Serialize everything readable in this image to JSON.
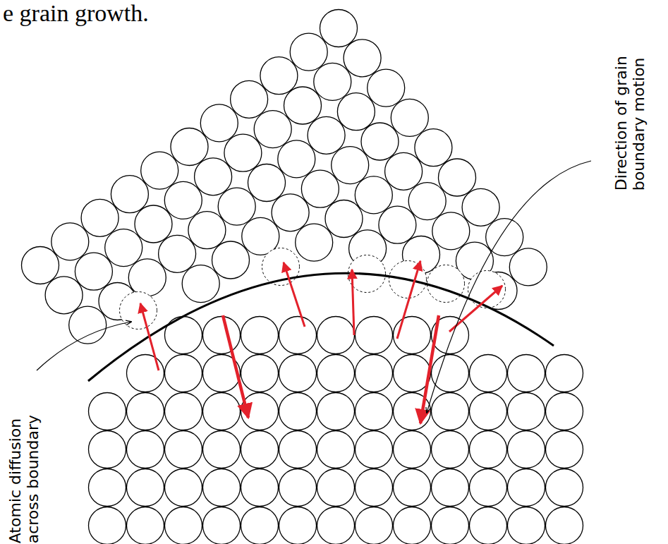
{
  "diagram": {
    "labels": [
      "e grain growth.",
      "Atomic diffusion across boundary",
      "Direction of grain boundary motion"
    ]
  }
}
